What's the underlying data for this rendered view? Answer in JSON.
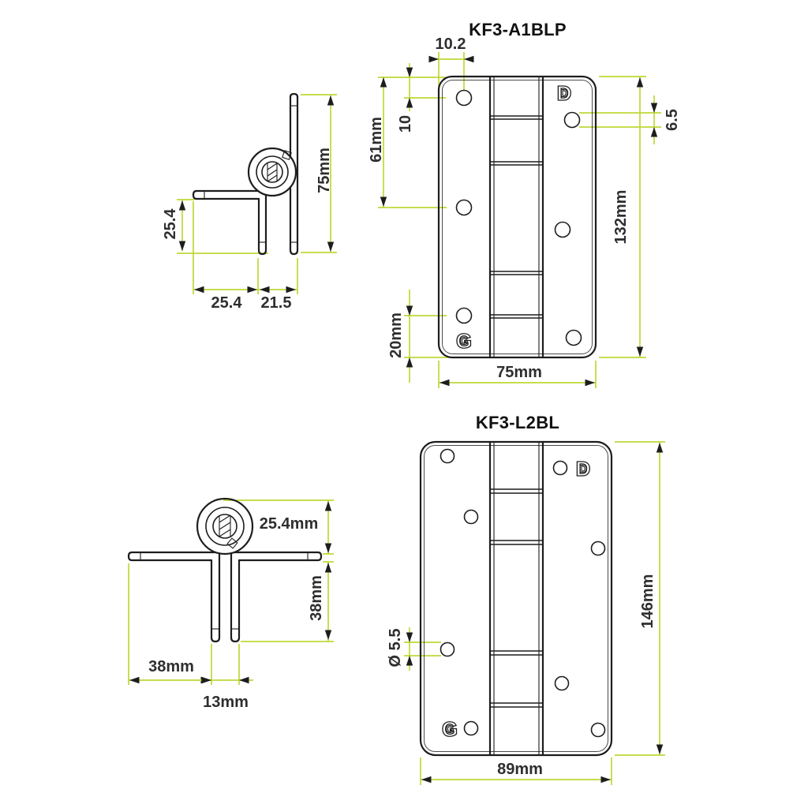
{
  "palette": {
    "dim_color": "#c0d737",
    "line_color": "#1d1d1d",
    "label_color": "#2e2e2e",
    "title_color": "#111111",
    "bg": "#ffffff"
  },
  "top_assembly": {
    "front_view": {
      "title": "KF3-A1BLP",
      "dim_top_offset": "10.2",
      "dim_hole_top": "10",
      "dim_hole_spacing": "61mm",
      "dim_hole_dia": "6.5",
      "dim_height": "132mm",
      "dim_bottom_offset": "20mm",
      "dim_width": "75mm",
      "logo_top": "D",
      "logo_bottom": "G"
    },
    "side_view": {
      "dim_height": "75mm",
      "dim_leg": "25.4",
      "dim_flange": "25.4",
      "dim_gap": "21.5"
    }
  },
  "bottom_assembly": {
    "front_view": {
      "title": "KF3-L2BL",
      "dim_height": "146mm",
      "dim_hole_dia": "Ø 5.5",
      "dim_width": "89mm",
      "logo_top": "D",
      "logo_bottom": "G"
    },
    "side_view": {
      "dim_knuckle": "25.4mm",
      "dim_leg": "38mm",
      "dim_flange": "38mm",
      "dim_gap": "13mm"
    }
  }
}
